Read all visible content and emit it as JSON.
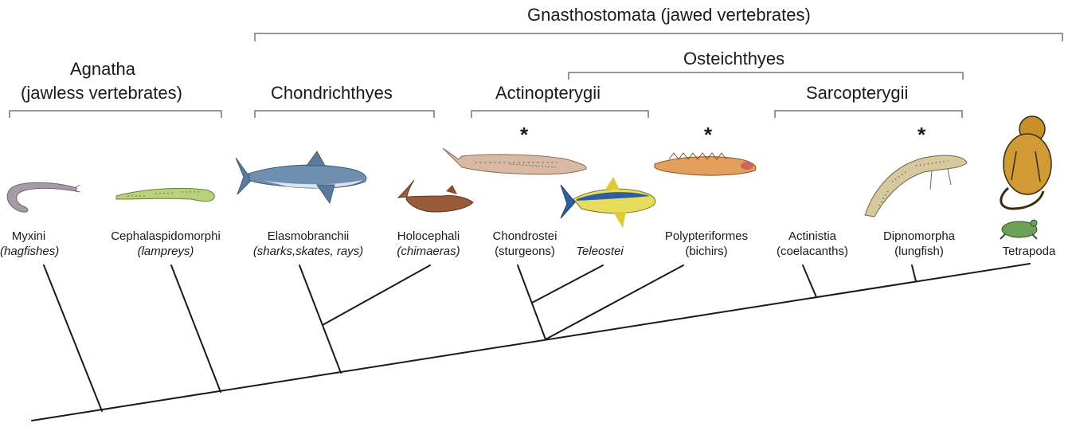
{
  "groups": {
    "gnathostomata": "Gnasthostomata (jawed vertebrates)",
    "osteichthyes": "Osteichthyes",
    "agnatha_line1": "Agnatha",
    "agnatha_line2": "(jawless vertebrates)",
    "chondrichthyes": "Chondrichthyes",
    "actinopterygii": "Actinopterygii",
    "sarcopterygii": "Sarcopterygii"
  },
  "taxa": {
    "myxini": {
      "name": "Myxini",
      "common": "(hagfishes)",
      "icon": "hagfish-icon"
    },
    "cephalaspidomorphi": {
      "name": "Cephalaspidomorphi",
      "common": "(lampreys)",
      "icon": "lamprey-icon"
    },
    "elasmobranchii": {
      "name": "Elasmobranchii",
      "common": "(sharks,skates, rays)",
      "icon": "shark-icon"
    },
    "holocephali": {
      "name": "Holocephali",
      "common": "(chimaeras)",
      "icon": "chimaera-icon"
    },
    "chondrostei": {
      "name": "Chondrostei",
      "common": "(sturgeons)",
      "icon": "sturgeon-icon"
    },
    "teleostei": {
      "name": "Teleostei",
      "icon": "tuna-icon"
    },
    "polypteriformes": {
      "name": "Polypteriformes",
      "common": "(bichirs)",
      "icon": "bichir-icon"
    },
    "actinistia": {
      "name": "Actinistia",
      "common": "(coelacanths)"
    },
    "dipnomorpha": {
      "name": "Dipnomorpha",
      "common": "(lungfish)",
      "icon": "lungfish-icon"
    },
    "tetrapoda": {
      "name": "Tetrapoda",
      "icons": [
        "monkey-icon",
        "frog-icon"
      ]
    }
  },
  "markers": {
    "star": "*"
  }
}
